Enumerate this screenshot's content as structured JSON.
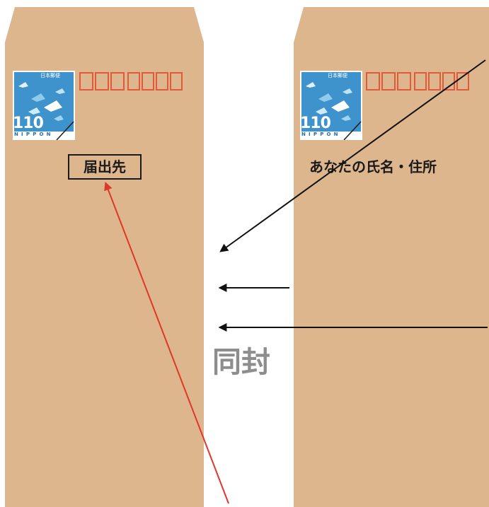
{
  "envelopes": [
    {
      "stamp": {
        "label": "日本郵便",
        "value": "110",
        "country": "NIPPON"
      },
      "address_label": "届出先"
    },
    {
      "stamp": {
        "label": "日本郵便",
        "value": "110",
        "country": "NIPPON"
      },
      "address_label": "あなたの氏名・住所"
    }
  ],
  "enclose_label": "同封",
  "colors": {
    "envelope": "#ddb68d",
    "zip_box": "#e05a3c",
    "stamp_bg": "#3f93cc",
    "red_arrow": "#e0372b",
    "black_arrow": "#111111",
    "enclose_text": "#8d8d8d"
  },
  "icons": [
    "dove-stamp-icon",
    "arrow-icon"
  ]
}
